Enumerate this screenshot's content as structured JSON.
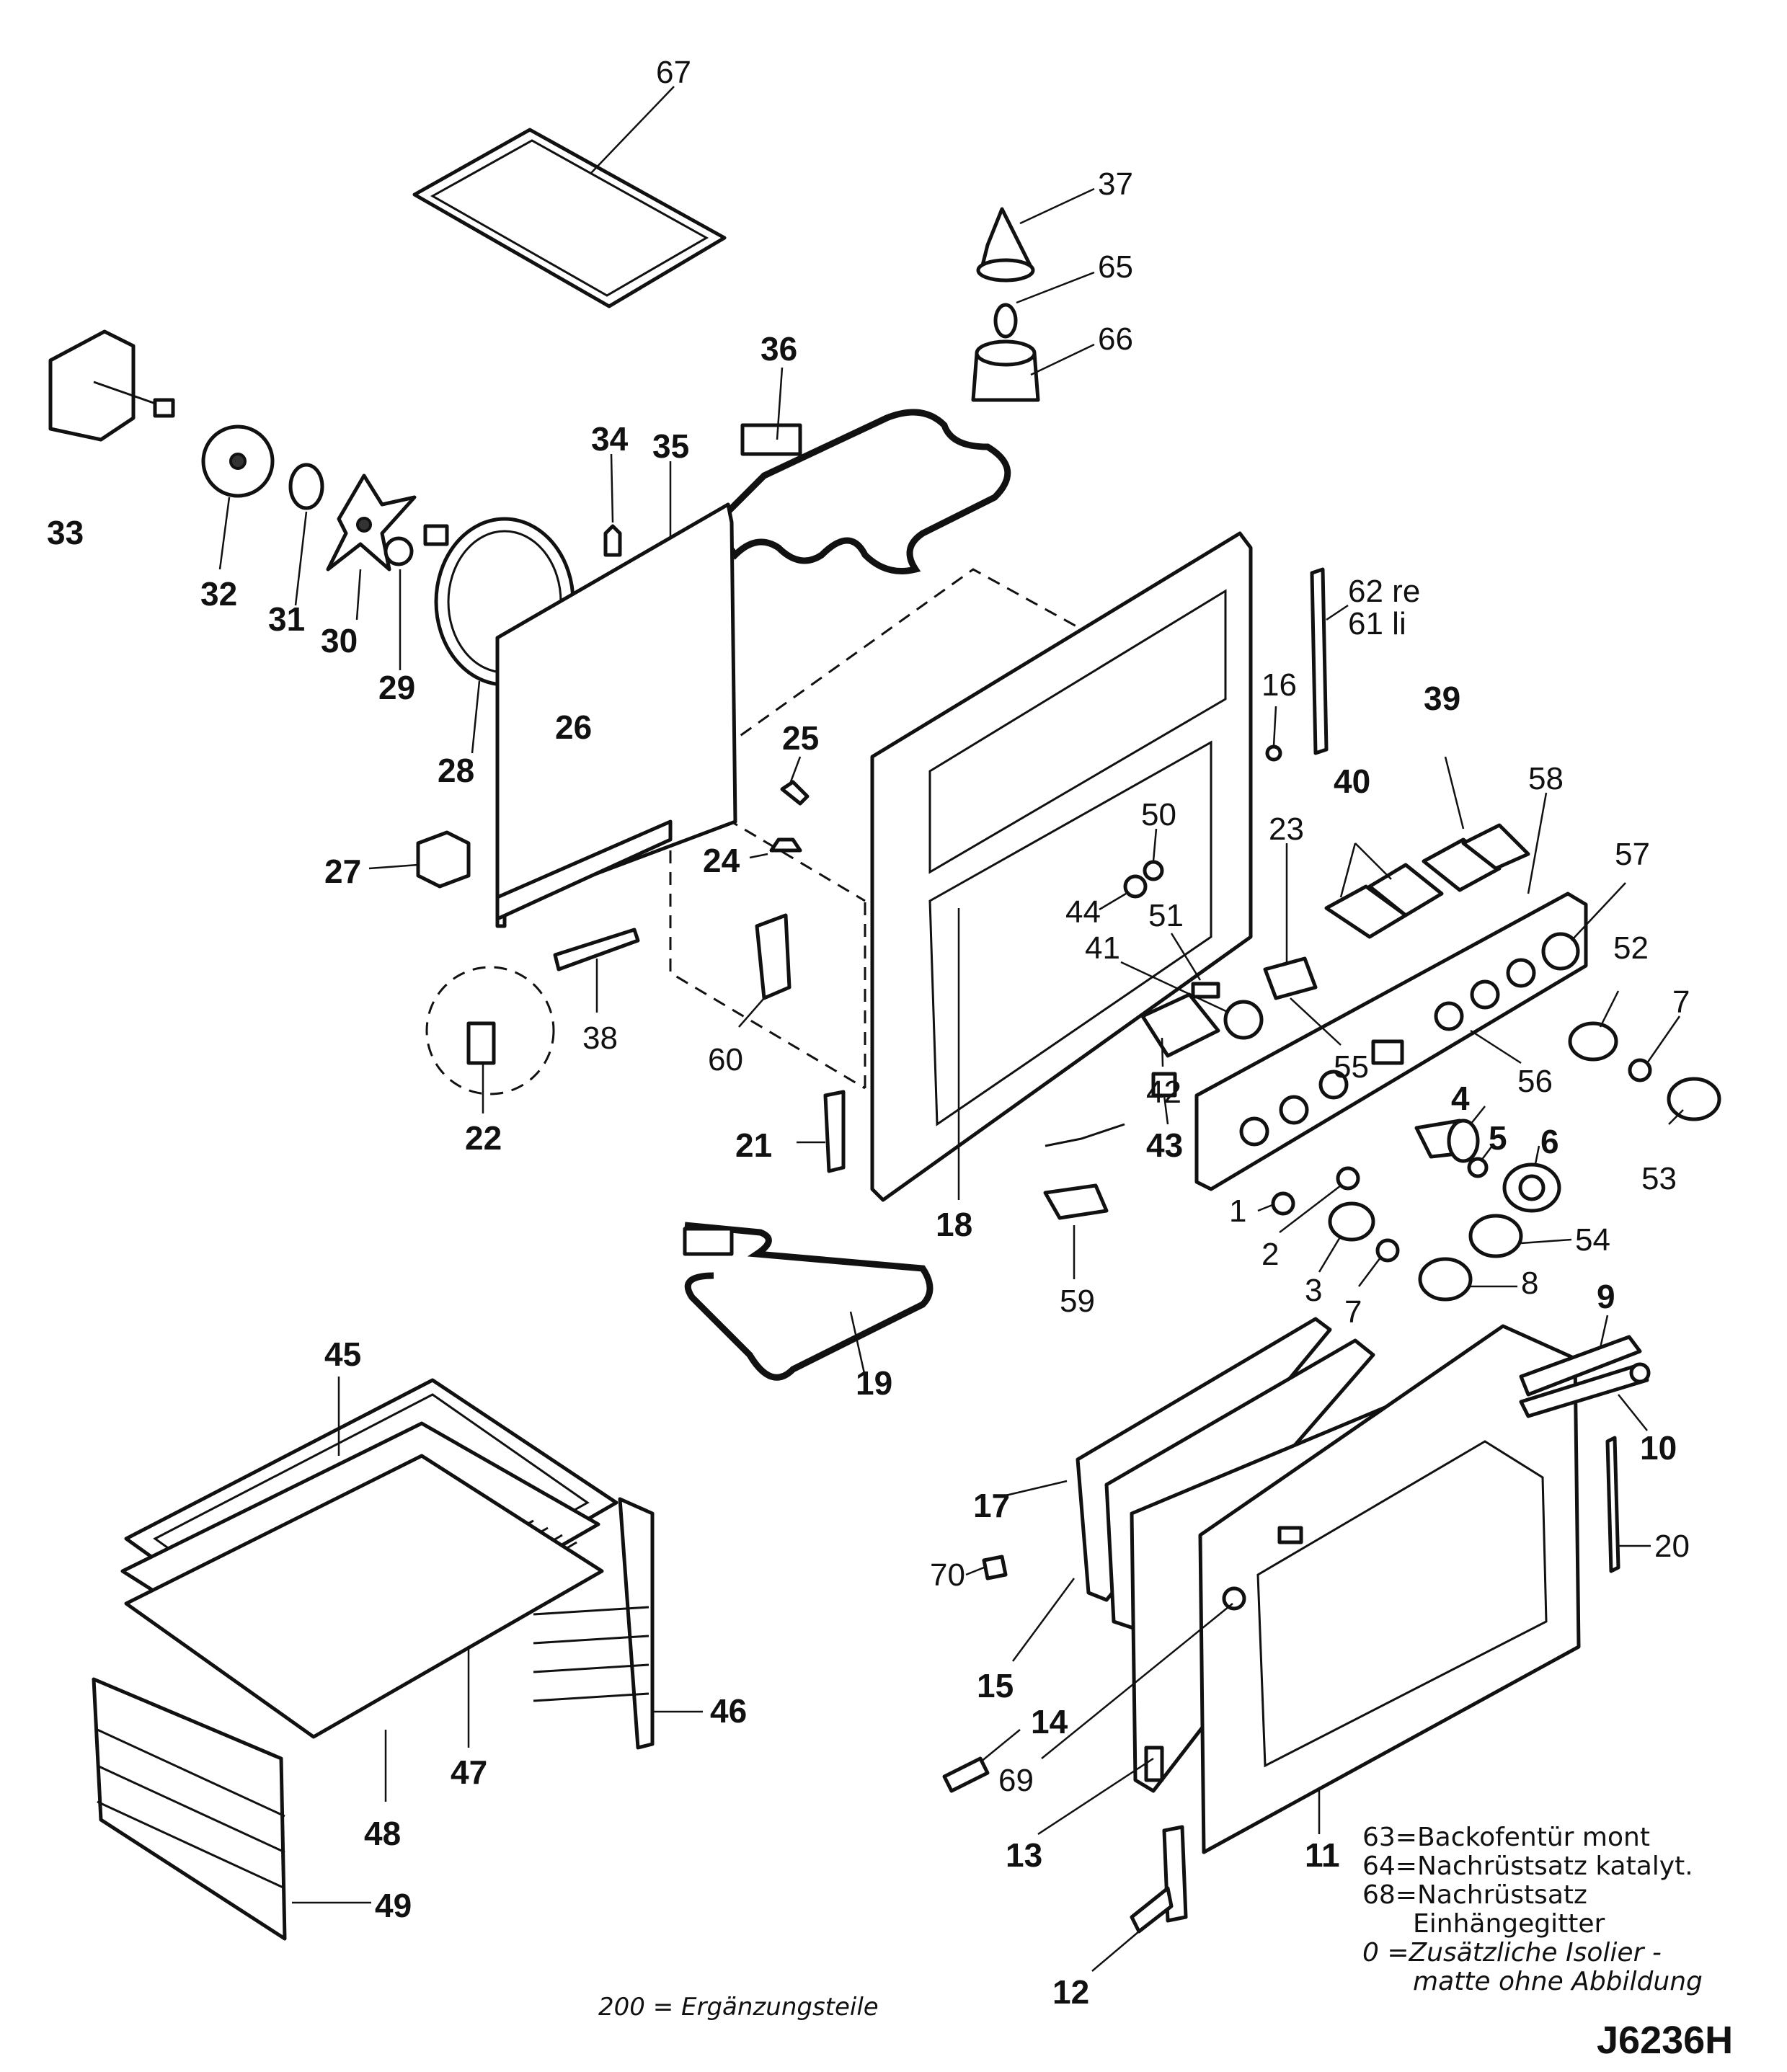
{
  "labels": {
    "p1": "1",
    "p2": "2",
    "p3": "3",
    "p4": "4",
    "p5": "5",
    "p6": "6",
    "p7a": "7",
    "p7b": "7",
    "p8": "8",
    "p9": "9",
    "p10": "10",
    "p11": "11",
    "p12": "12",
    "p13": "13",
    "p14": "14",
    "p15": "15",
    "p16": "16",
    "p17": "17",
    "p18": "18",
    "p19": "19",
    "p20": "20",
    "p21": "21",
    "p22": "22",
    "p23": "23",
    "p24": "24",
    "p25": "25",
    "p26": "26",
    "p27": "27",
    "p28": "28",
    "p29": "29",
    "p30": "30",
    "p31": "31",
    "p32": "32",
    "p33": "33",
    "p34": "34",
    "p35": "35",
    "p36": "36",
    "p37": "37",
    "p38": "38",
    "p39": "39",
    "p40": "40",
    "p41": "41",
    "p42": "42",
    "p43": "43",
    "p44": "44",
    "p45": "45",
    "p46": "46",
    "p47": "47",
    "p48": "48",
    "p49": "49",
    "p50": "50",
    "p51": "51",
    "p52": "52",
    "p53": "53",
    "p54": "54",
    "p55": "55",
    "p56": "56",
    "p57": "57",
    "p58": "58",
    "p59": "59",
    "p60": "60",
    "p62re": "62 re",
    "p61li": "61 li",
    "p65": "65",
    "p66": "66",
    "p67": "67",
    "p69": "69",
    "p70": "70"
  },
  "legend": {
    "line1": "63=Backofentür mont",
    "line2": "64=Nachrüstsatz katalyt.",
    "line3": "68=Nachrüstsatz",
    "line4": "Einhängegitter",
    "line5": "0 =Zusätzliche Isolier -",
    "line6": "matte ohne Abbildung"
  },
  "footer_note": "200 = Ergänzungsteile",
  "drawing_code": "J6236H"
}
